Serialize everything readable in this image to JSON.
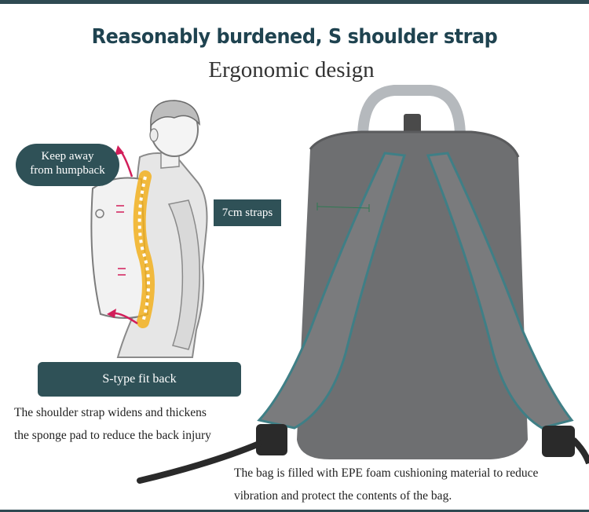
{
  "header": {
    "title": "Reasonably burdened, S shoulder strap",
    "subtitle": "Ergonomic design"
  },
  "callouts": {
    "keep_line1": "Keep away",
    "keep_line2": "from humpback",
    "straps": "7cm straps",
    "s_type": "S-type fit back"
  },
  "descriptions": {
    "strap_line1": "The shoulder strap widens and thickens",
    "strap_line2": "the sponge pad to reduce the back injury",
    "bag_line1": "The bag is filled with EPE foam cushioning material to reduce",
    "bag_line2": "vibration and protect the contents of the bag."
  },
  "colors": {
    "accent": "#2f5157",
    "title": "#1f4350",
    "bag": "#6d6e70",
    "strap_edge": "#3f7f86",
    "spine": "#f2b01e"
  }
}
